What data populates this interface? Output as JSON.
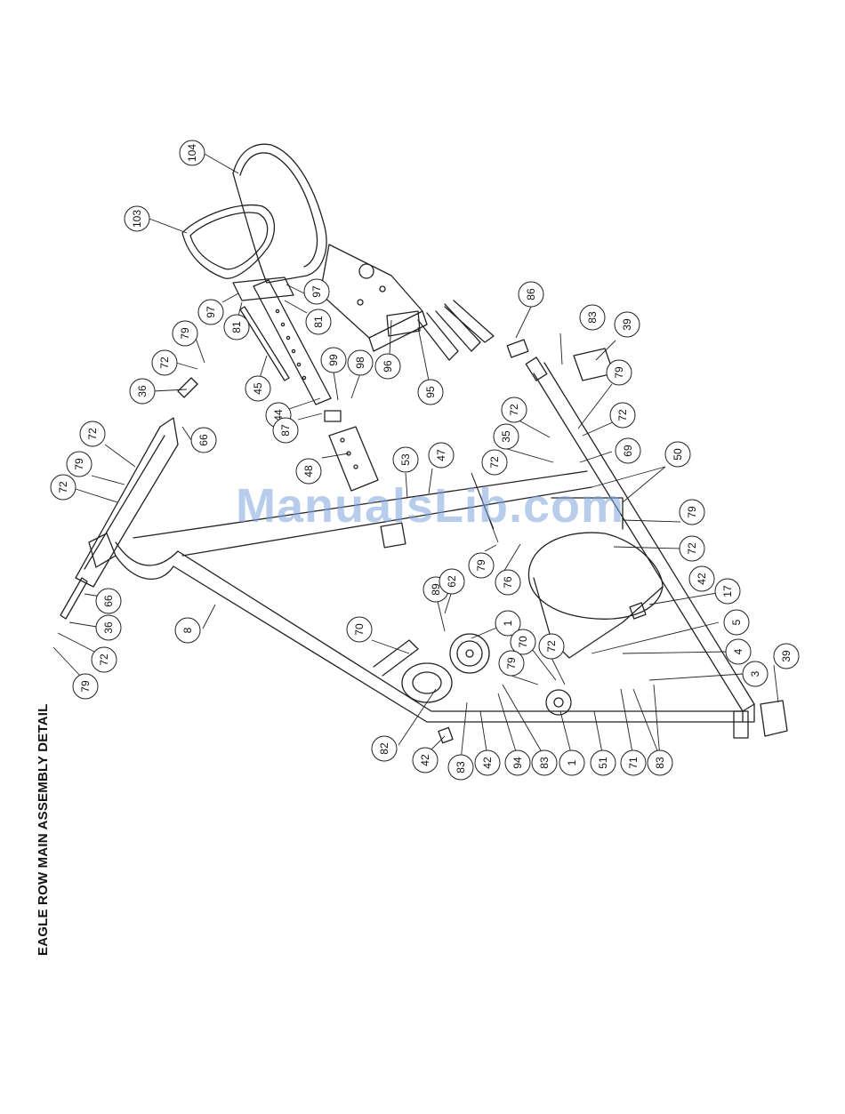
{
  "document": {
    "title": "EAGLE ROW MAIN ASSEMBLY DETAIL",
    "watermark": "ManualsLib.com"
  },
  "callouts": [
    {
      "id": "c1",
      "label": "104"
    },
    {
      "id": "c2",
      "label": "103"
    },
    {
      "id": "c3",
      "label": "97"
    },
    {
      "id": "c4",
      "label": "97"
    },
    {
      "id": "c5",
      "label": "81"
    },
    {
      "id": "c6",
      "label": "81"
    },
    {
      "id": "c7",
      "label": "79"
    },
    {
      "id": "c8",
      "label": "72"
    },
    {
      "id": "c9",
      "label": "36"
    },
    {
      "id": "c10",
      "label": "45"
    },
    {
      "id": "c11",
      "label": "99"
    },
    {
      "id": "c12",
      "label": "98"
    },
    {
      "id": "c13",
      "label": "44"
    },
    {
      "id": "c14",
      "label": "96"
    },
    {
      "id": "c15",
      "label": "95"
    },
    {
      "id": "c16",
      "label": "86"
    },
    {
      "id": "c17",
      "label": "83"
    },
    {
      "id": "c18",
      "label": "39"
    },
    {
      "id": "c19",
      "label": "79"
    },
    {
      "id": "c20",
      "label": "72"
    },
    {
      "id": "c21",
      "label": "72"
    },
    {
      "id": "c22",
      "label": "35"
    },
    {
      "id": "c23",
      "label": "69"
    },
    {
      "id": "c24",
      "label": "50"
    },
    {
      "id": "c25",
      "label": "66"
    },
    {
      "id": "c26",
      "label": "72"
    },
    {
      "id": "c27",
      "label": "79"
    },
    {
      "id": "c28",
      "label": "72"
    },
    {
      "id": "c29",
      "label": "87"
    },
    {
      "id": "c30",
      "label": "48"
    },
    {
      "id": "c31",
      "label": "53"
    },
    {
      "id": "c32",
      "label": "47"
    },
    {
      "id": "c33",
      "label": "72"
    },
    {
      "id": "c34",
      "label": "79"
    },
    {
      "id": "c35",
      "label": "72"
    },
    {
      "id": "c36",
      "label": "79"
    },
    {
      "id": "c37",
      "label": "76"
    },
    {
      "id": "c38",
      "label": "42"
    },
    {
      "id": "c39",
      "label": "17"
    },
    {
      "id": "c40",
      "label": "5"
    },
    {
      "id": "c41",
      "label": "4"
    },
    {
      "id": "c42",
      "label": "3"
    },
    {
      "id": "c43",
      "label": "39"
    },
    {
      "id": "c44",
      "label": "66"
    },
    {
      "id": "c45",
      "label": "36"
    },
    {
      "id": "c46",
      "label": "72"
    },
    {
      "id": "c47",
      "label": "79"
    },
    {
      "id": "c48",
      "label": "8"
    },
    {
      "id": "c49",
      "label": "70"
    },
    {
      "id": "c50",
      "label": "89"
    },
    {
      "id": "c51",
      "label": "62"
    },
    {
      "id": "c52",
      "label": "1"
    },
    {
      "id": "c53",
      "label": "70"
    },
    {
      "id": "c54",
      "label": "72"
    },
    {
      "id": "c55",
      "label": "79"
    },
    {
      "id": "c56",
      "label": "82"
    },
    {
      "id": "c57",
      "label": "42"
    },
    {
      "id": "c58",
      "label": "83"
    },
    {
      "id": "c59",
      "label": "42"
    },
    {
      "id": "c60",
      "label": "94"
    },
    {
      "id": "c61",
      "label": "83"
    },
    {
      "id": "c62",
      "label": "1"
    },
    {
      "id": "c63",
      "label": "51"
    },
    {
      "id": "c64",
      "label": "71"
    },
    {
      "id": "c65",
      "label": "83"
    }
  ]
}
